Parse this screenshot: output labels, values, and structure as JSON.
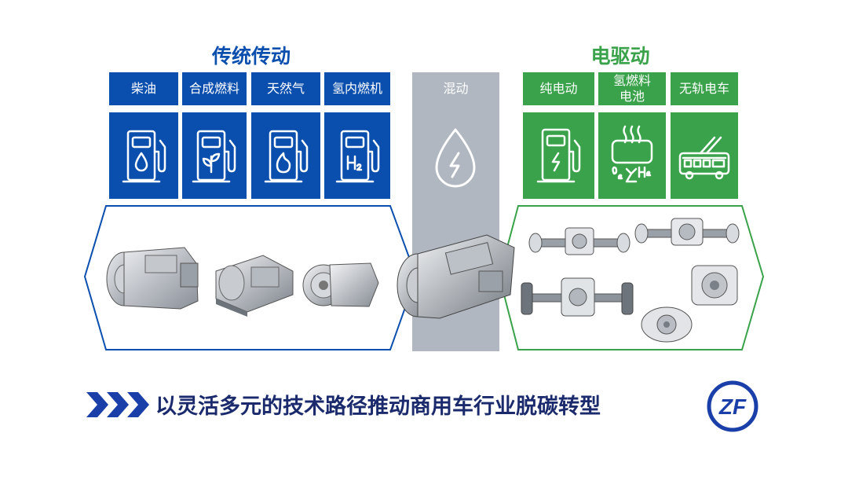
{
  "colors": {
    "blue": "#0b4fae",
    "green": "#3aa24a",
    "gray": "#b0b7c0",
    "navy": "#1a2a6c",
    "zf_blue": "#1b3fa8"
  },
  "sections": {
    "traditional": {
      "title": "传统传动",
      "items": [
        {
          "label": "柴油",
          "icon": "fuel-pump-drop-icon"
        },
        {
          "label": "合成燃料",
          "icon": "fuel-pump-leaf-icon"
        },
        {
          "label": "天然气",
          "icon": "fuel-pump-flame-icon"
        },
        {
          "label": "氢内燃机",
          "icon": "fuel-pump-h2-icon"
        }
      ]
    },
    "hybrid": {
      "label": "混动",
      "icon": "drop-lightning-icon"
    },
    "electric": {
      "title": "电驱动",
      "items": [
        {
          "label": "纯电动",
          "icon": "charging-station-icon"
        },
        {
          "label_line1": "氢燃料",
          "label_line2": "电池",
          "icon": "fuel-cell-o2-h2-icon"
        },
        {
          "label": "无轨电车",
          "icon": "trolleybus-icon"
        }
      ]
    }
  },
  "tagline": "以灵活多元的技术路径推动商用车行业脱碳转型",
  "logo": {
    "text": "ZF"
  }
}
